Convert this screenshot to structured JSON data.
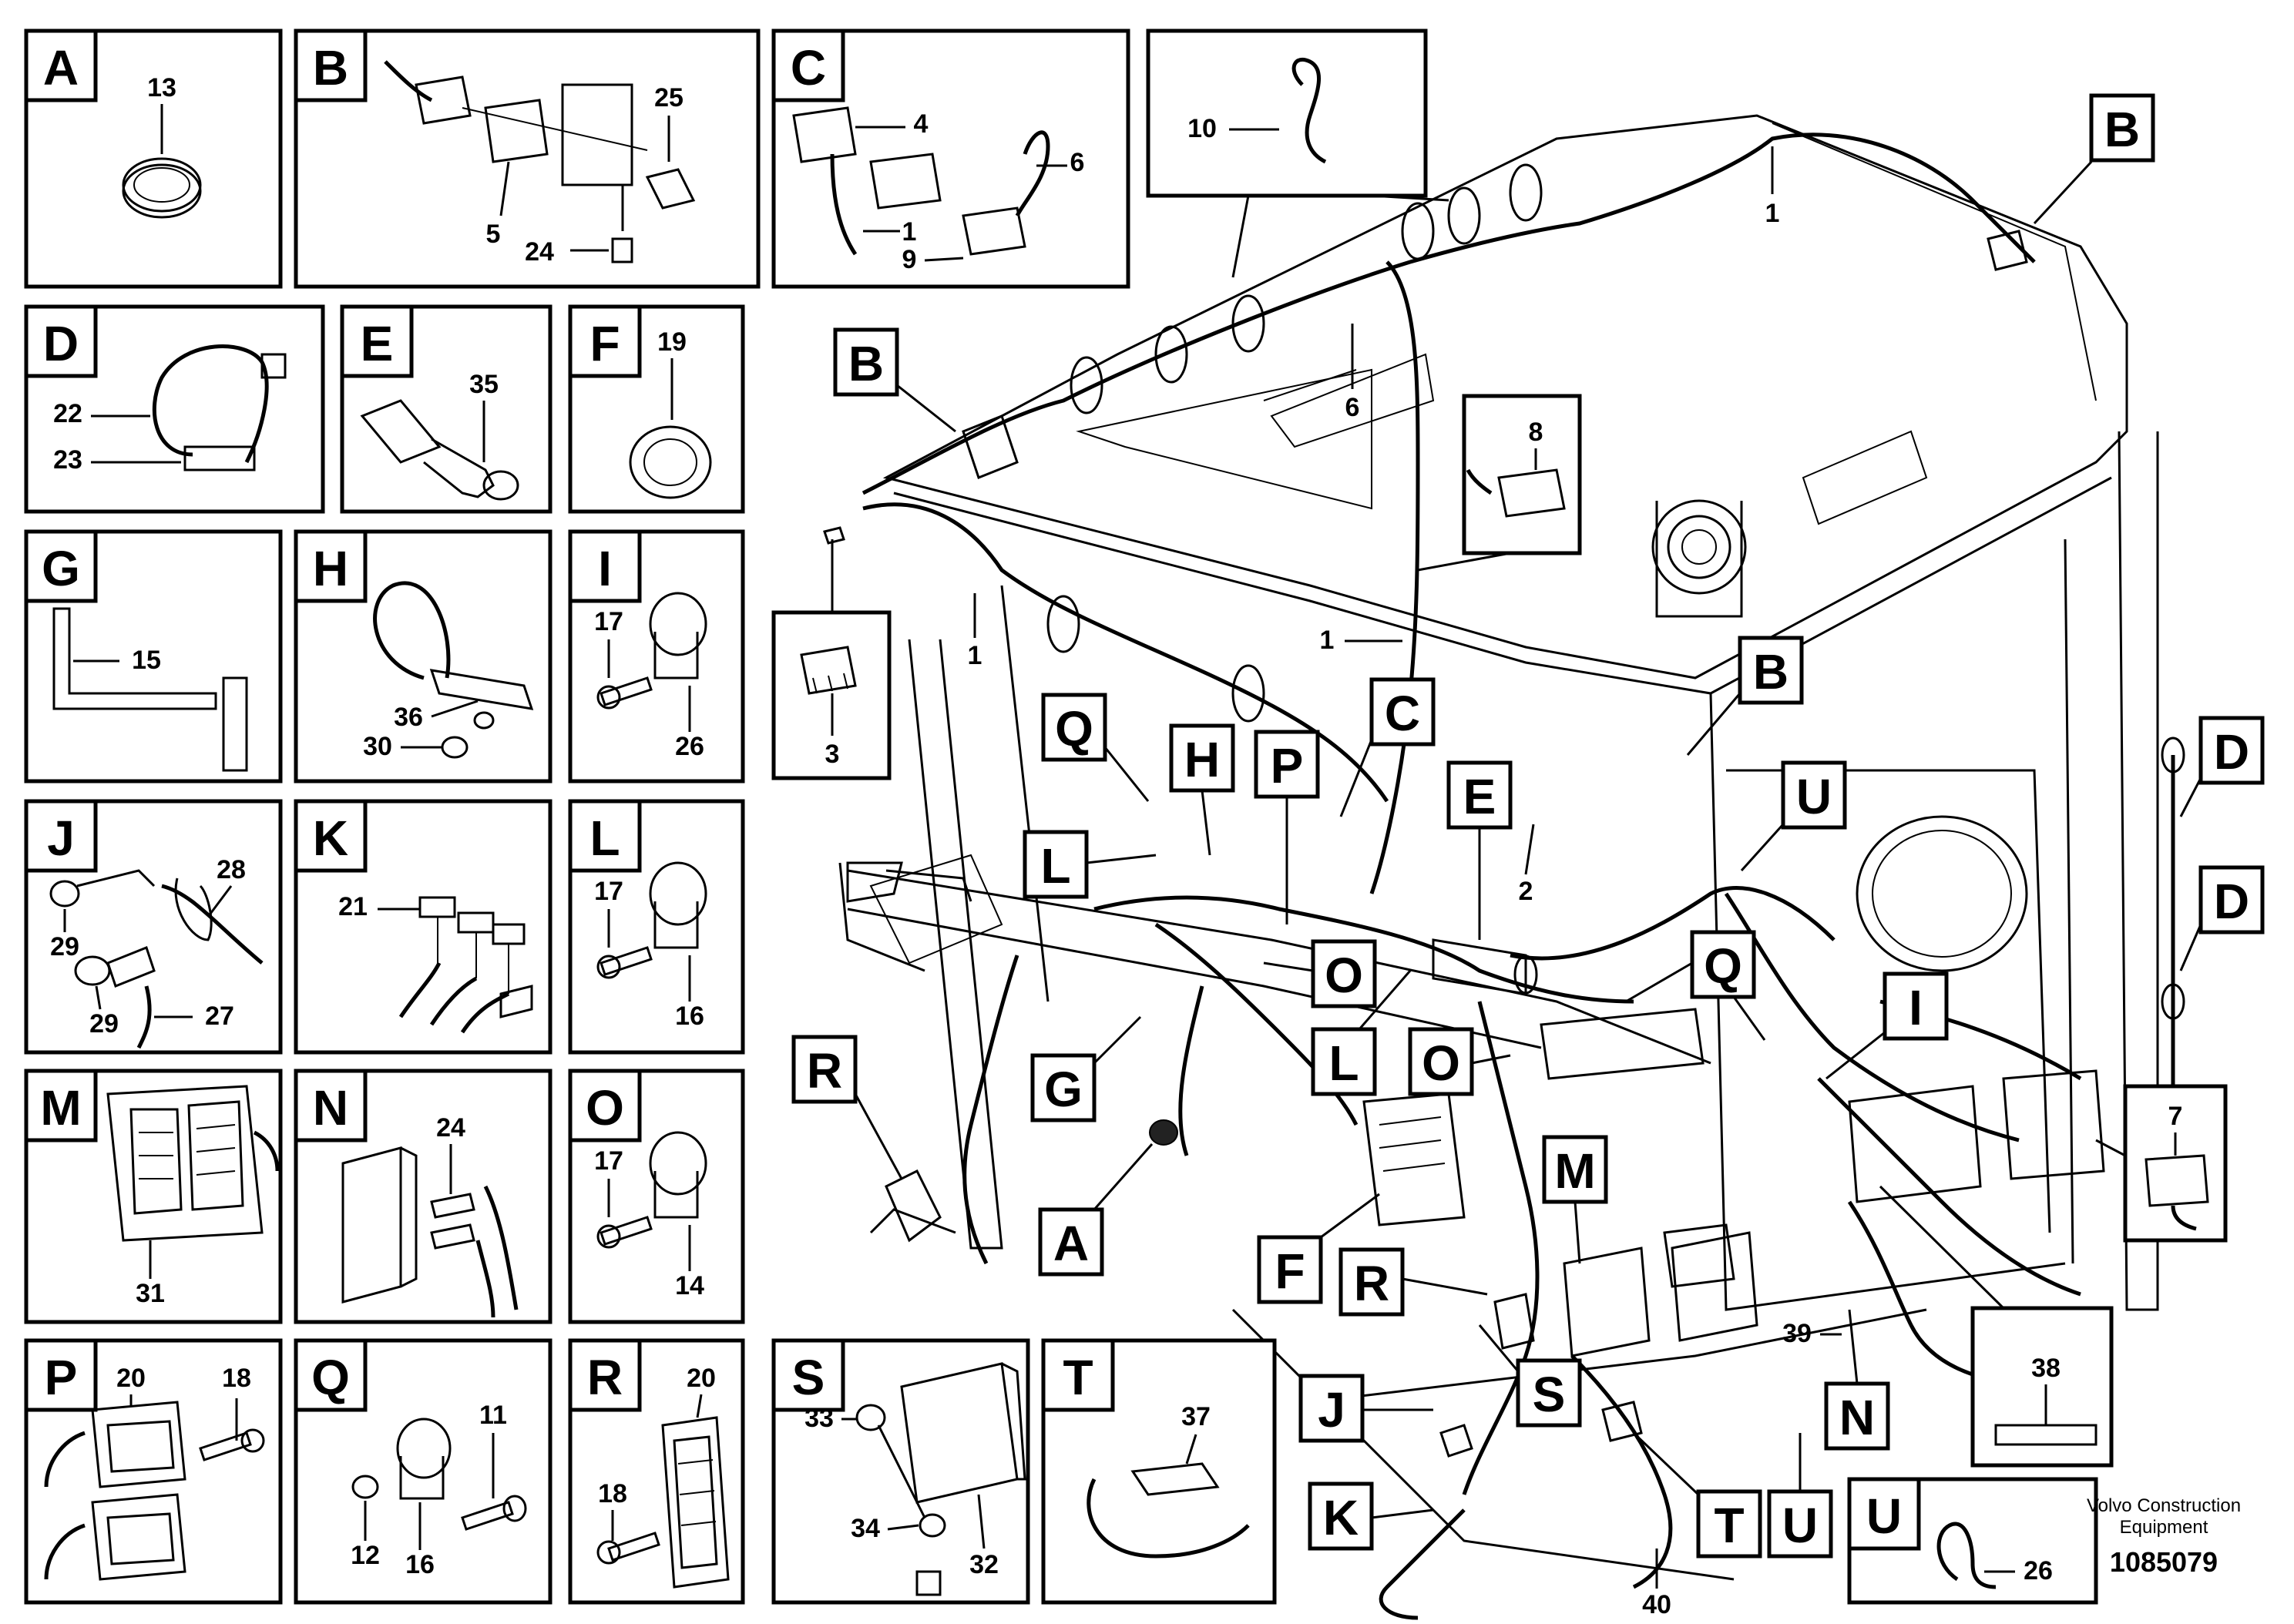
{
  "panels": {
    "A": {
      "letter": "A",
      "parts": [
        "13"
      ]
    },
    "B": {
      "letter": "B",
      "parts": [
        "25",
        "5",
        "24"
      ]
    },
    "C": {
      "letter": "C",
      "parts": [
        "4",
        "6",
        "1",
        "9"
      ]
    },
    "D": {
      "letter": "D",
      "parts": [
        "22",
        "23"
      ]
    },
    "E": {
      "letter": "E",
      "parts": [
        "35"
      ]
    },
    "F": {
      "letter": "F",
      "parts": [
        "19"
      ]
    },
    "G": {
      "letter": "G",
      "parts": [
        "15"
      ]
    },
    "H": {
      "letter": "H",
      "parts": [
        "36",
        "30"
      ]
    },
    "I": {
      "letter": "I",
      "parts": [
        "17",
        "26"
      ]
    },
    "J": {
      "letter": "J",
      "parts": [
        "28",
        "29",
        "29",
        "27"
      ]
    },
    "K": {
      "letter": "K",
      "parts": [
        "21"
      ]
    },
    "L": {
      "letter": "L",
      "parts": [
        "17",
        "16"
      ]
    },
    "M": {
      "letter": "M",
      "parts": [
        "31"
      ]
    },
    "N": {
      "letter": "N",
      "parts": [
        "24"
      ]
    },
    "O": {
      "letter": "O",
      "parts": [
        "17",
        "14"
      ]
    },
    "P": {
      "letter": "P",
      "parts": [
        "20",
        "18"
      ]
    },
    "Q": {
      "letter": "Q",
      "parts": [
        "11",
        "12",
        "16"
      ]
    },
    "R": {
      "letter": "R",
      "parts": [
        "20",
        "18"
      ]
    },
    "S": {
      "letter": "S",
      "parts": [
        "33",
        "34",
        "32"
      ]
    },
    "T": {
      "letter": "T",
      "parts": [
        "37"
      ]
    },
    "U": {
      "letter": "U",
      "parts": [
        "26"
      ]
    }
  },
  "detail_boxes": {
    "tie": {
      "part": "10"
    },
    "connector": {
      "part": "8"
    },
    "plug": {
      "part": "3"
    },
    "relay": {
      "part": "7"
    },
    "pad": {
      "part": "38"
    }
  },
  "callouts": {
    "B1": "B",
    "B2": "B",
    "B3": "B",
    "C": "C",
    "D1": "D",
    "D2": "D",
    "E": "E",
    "Q1": "Q",
    "Q2": "Q",
    "H": "H",
    "P": "P",
    "L1": "L",
    "L2": "L",
    "O1": "O",
    "O2": "O",
    "U1": "U",
    "U2": "U",
    "I": "I",
    "G": "G",
    "R1": "R",
    "R2": "R",
    "A": "A",
    "F": "F",
    "M": "M",
    "S": "S",
    "J": "J",
    "K": "K",
    "T": "T",
    "N": "N"
  },
  "main_labels": {
    "p1a": "1",
    "p1b": "1",
    "p1c": "1",
    "p6": "6",
    "p2": "2",
    "p39": "39",
    "p40": "40"
  },
  "footer": {
    "company_line1": "Volvo Construction",
    "company_line2": "Equipment",
    "drawing_number": "1085079"
  }
}
